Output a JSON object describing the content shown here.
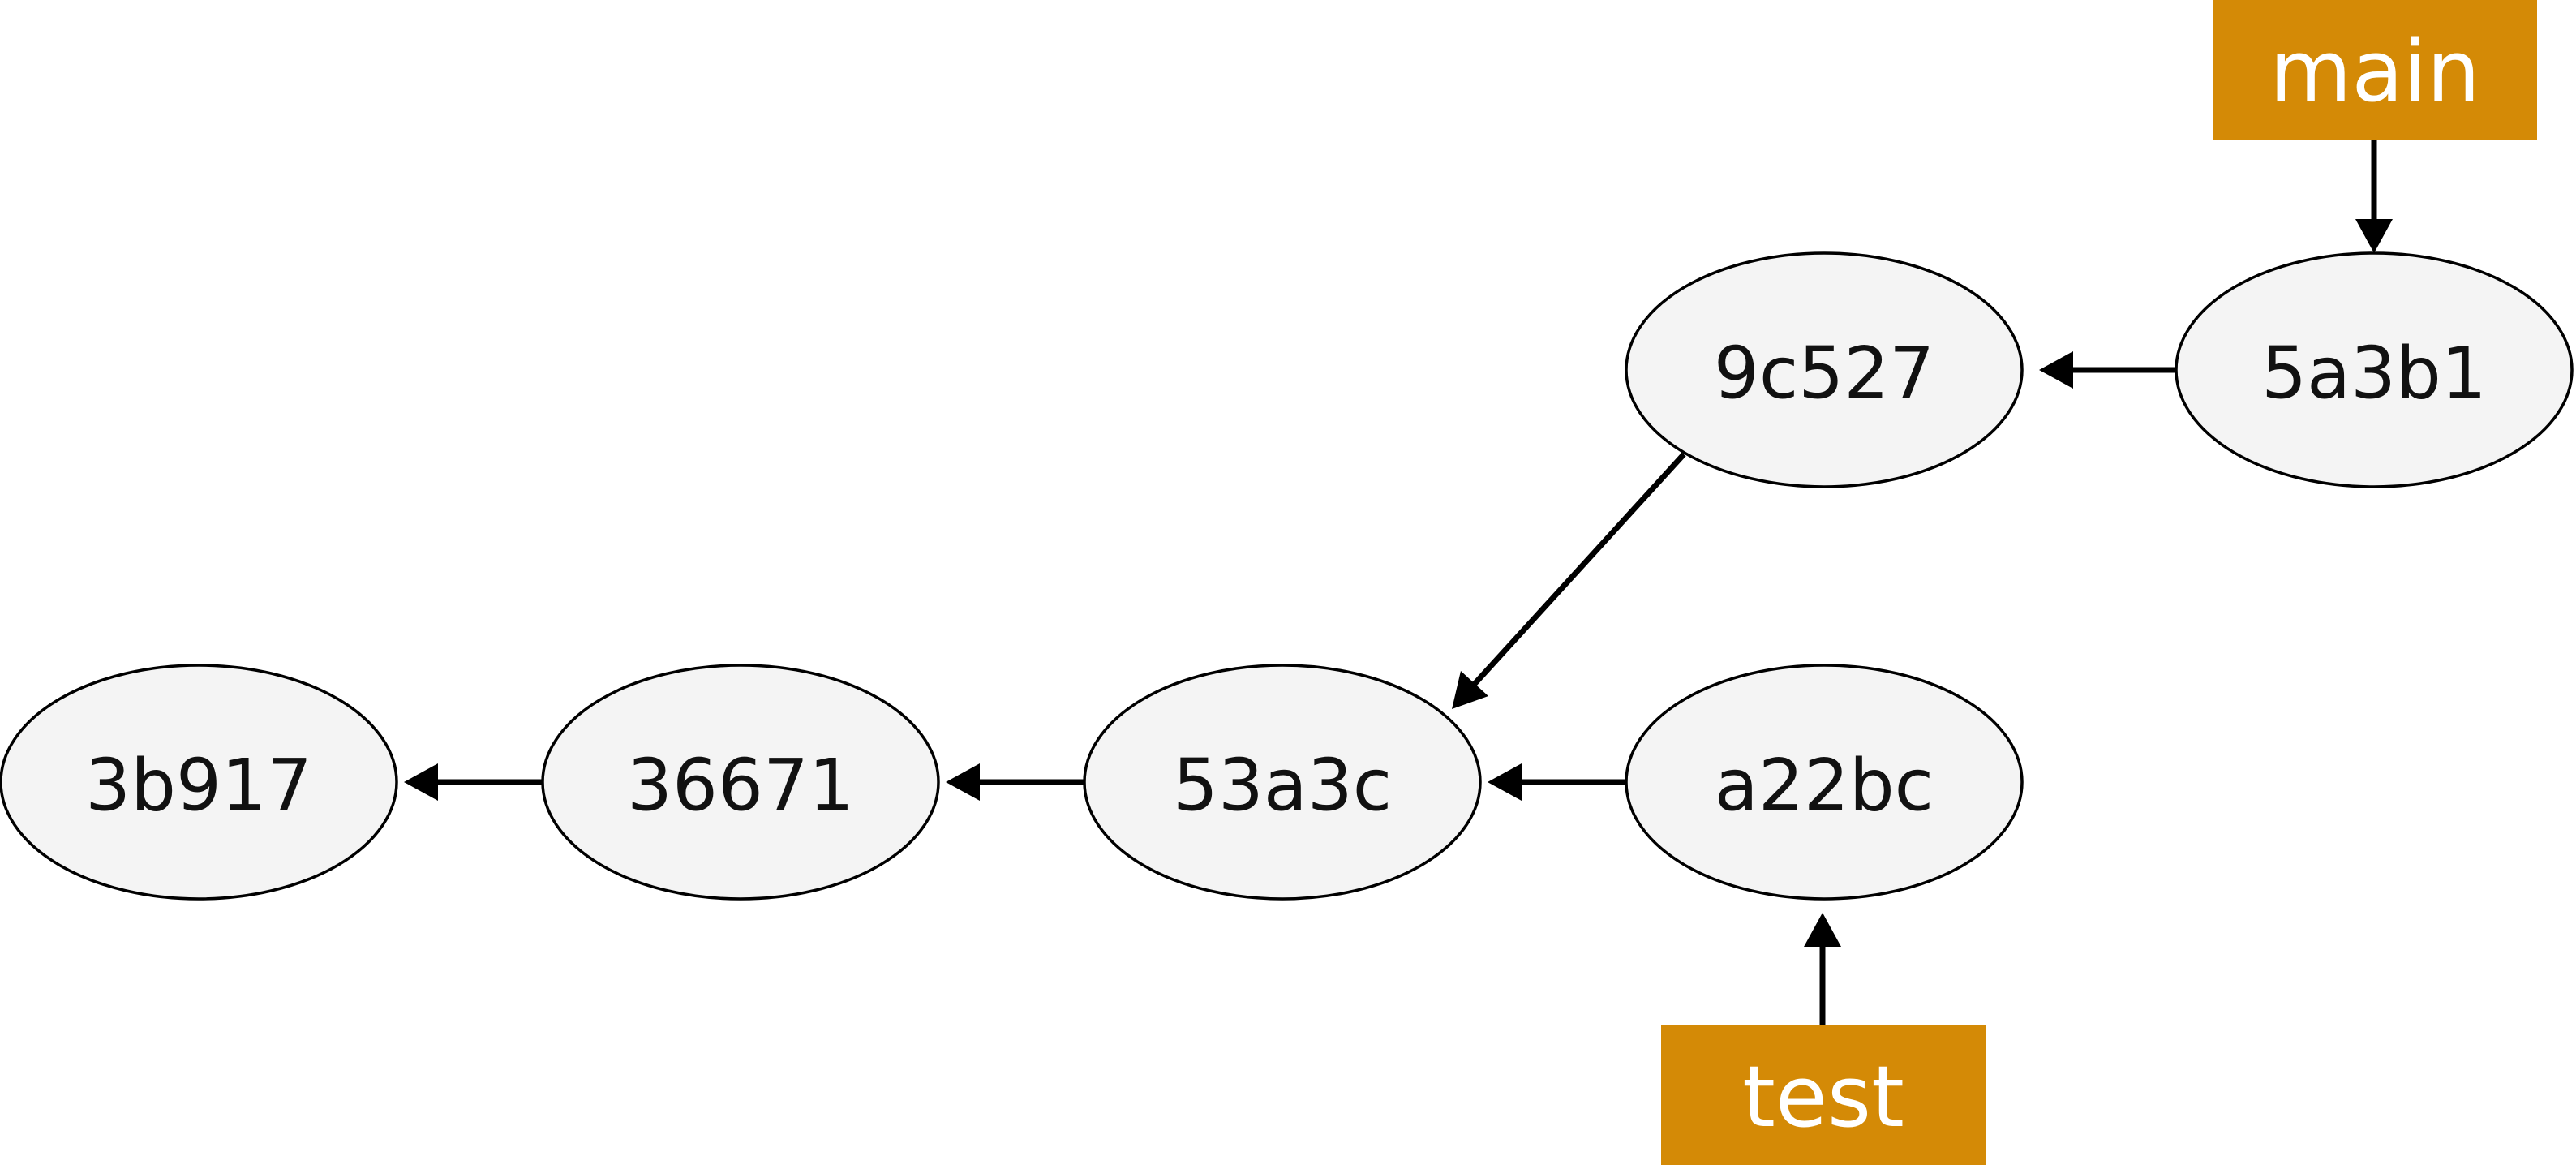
{
  "commits": [
    {
      "id": "3b917",
      "label": "3b917"
    },
    {
      "id": "36671",
      "label": "36671"
    },
    {
      "id": "53a3c",
      "label": "53a3c"
    },
    {
      "id": "a22bc",
      "label": "a22bc"
    },
    {
      "id": "9c527",
      "label": "9c527"
    },
    {
      "id": "5a3b1",
      "label": "5a3b1"
    }
  ],
  "parent_links": [
    {
      "from": "36671",
      "to": "3b917"
    },
    {
      "from": "53a3c",
      "to": "36671"
    },
    {
      "from": "a22bc",
      "to": "53a3c"
    },
    {
      "from": "9c527",
      "to": "53a3c"
    },
    {
      "from": "5a3b1",
      "to": "9c527"
    }
  ],
  "branches": [
    {
      "name": "main",
      "points_to": "5a3b1"
    },
    {
      "name": "test",
      "points_to": "a22bc"
    }
  ],
  "colors": {
    "branch_fill": "#d48a06",
    "branch_text": "#ffffff",
    "commit_fill": "#f4f4f4",
    "commit_stroke": "#000000",
    "arrow": "#000000"
  }
}
